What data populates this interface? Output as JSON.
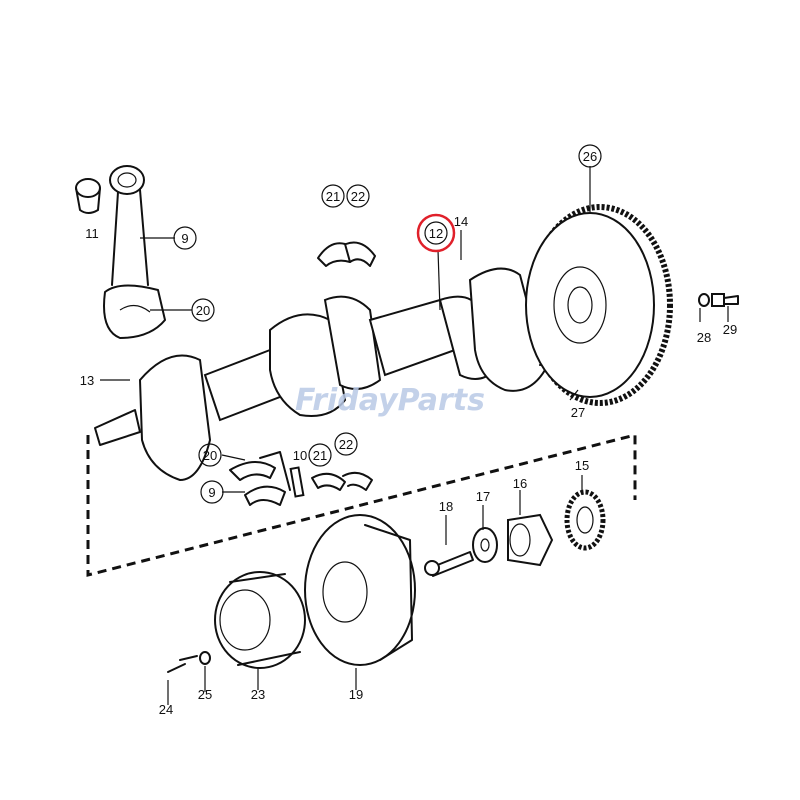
{
  "colors": {
    "line": "#111111",
    "highlight": "#e0202a",
    "watermark": "#b9c9e6",
    "background": "#ffffff"
  },
  "watermark": "FridayParts",
  "highlighted_part": "12",
  "callouts": [
    {
      "id": "c26",
      "label": "26",
      "circled": true
    },
    {
      "id": "c21a",
      "label": "21",
      "circled": true
    },
    {
      "id": "c22a",
      "label": "22",
      "circled": true
    },
    {
      "id": "c12",
      "label": "12",
      "circled": true
    },
    {
      "id": "c14",
      "label": "14",
      "circled": false
    },
    {
      "id": "c11",
      "label": "11",
      "circled": false
    },
    {
      "id": "c9a",
      "label": "9",
      "circled": true
    },
    {
      "id": "c20a",
      "label": "20",
      "circled": true
    },
    {
      "id": "c13",
      "label": "13",
      "circled": false
    },
    {
      "id": "c28",
      "label": "28",
      "circled": false
    },
    {
      "id": "c29",
      "label": "29",
      "circled": false
    },
    {
      "id": "c27",
      "label": "27",
      "circled": false
    },
    {
      "id": "c20b",
      "label": "20",
      "circled": true
    },
    {
      "id": "c10",
      "label": "10",
      "circled": false
    },
    {
      "id": "c21b",
      "label": "21",
      "circled": true
    },
    {
      "id": "c22b",
      "label": "22",
      "circled": true
    },
    {
      "id": "c9b",
      "label": "9",
      "circled": true
    },
    {
      "id": "c18",
      "label": "18",
      "circled": false
    },
    {
      "id": "c17",
      "label": "17",
      "circled": false
    },
    {
      "id": "c16",
      "label": "16",
      "circled": false
    },
    {
      "id": "c15",
      "label": "15",
      "circled": false
    },
    {
      "id": "c24",
      "label": "24",
      "circled": false
    },
    {
      "id": "c25",
      "label": "25",
      "circled": false
    },
    {
      "id": "c23",
      "label": "23",
      "circled": false
    },
    {
      "id": "c19",
      "label": "19",
      "circled": false
    }
  ]
}
